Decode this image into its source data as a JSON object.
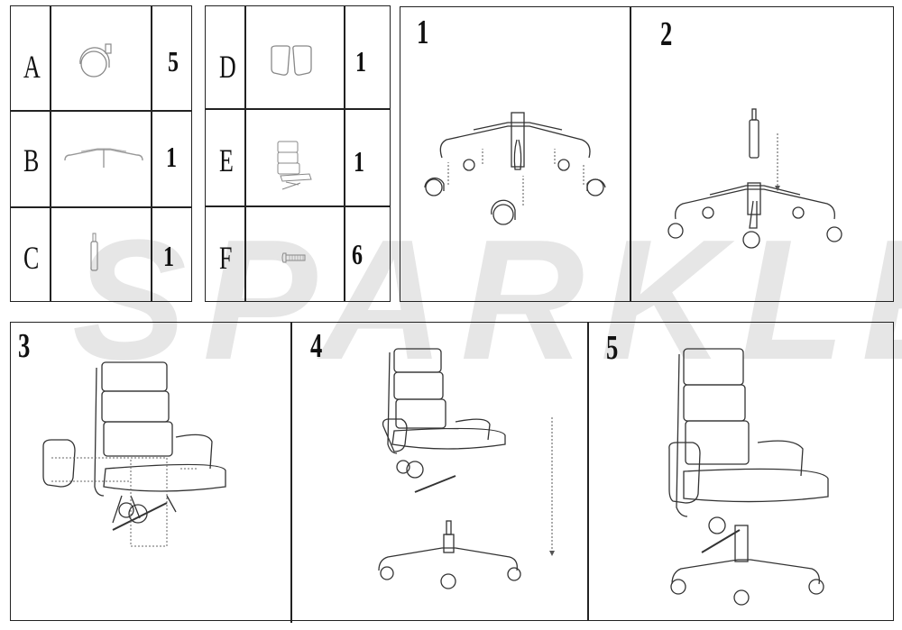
{
  "watermark": "SPARKLE",
  "parts_table": {
    "left": [
      {
        "letter": "A",
        "icon": "caster-wheel-icon",
        "qty": "5"
      },
      {
        "letter": "B",
        "icon": "star-base-icon",
        "qty": "1"
      },
      {
        "letter": "C",
        "icon": "gas-lift-icon",
        "qty": "1"
      }
    ],
    "right": [
      {
        "letter": "D",
        "icon": "armrests-icon",
        "qty": "1"
      },
      {
        "letter": "E",
        "icon": "seat-backrest-icon",
        "qty": "1"
      },
      {
        "letter": "F",
        "icon": "screw-icon",
        "qty": "6"
      }
    ]
  },
  "steps": [
    {
      "number": "1",
      "illustration": "attach-casters-to-base"
    },
    {
      "number": "2",
      "illustration": "insert-gas-lift-into-base"
    },
    {
      "number": "3",
      "illustration": "attach-armrests-with-screws"
    },
    {
      "number": "4",
      "illustration": "lower-seat-onto-gas-lift"
    },
    {
      "number": "5",
      "illustration": "assembled-chair"
    }
  ]
}
